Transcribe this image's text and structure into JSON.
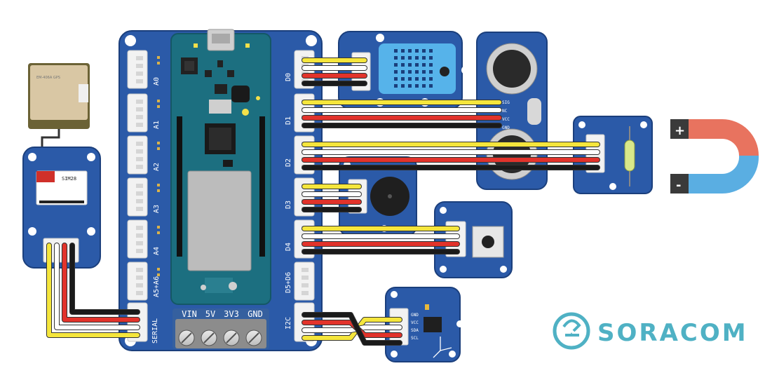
{
  "diagram": {
    "analog_ports": [
      "A0",
      "A1",
      "A2",
      "A3",
      "A4",
      "A5+A6"
    ],
    "digital_ports": [
      "D0",
      "D1",
      "D2",
      "D3",
      "D4",
      "D5+D6"
    ],
    "serial_port": "SERIAL",
    "i2c_port": "I2C",
    "power_terminals": [
      "VIN",
      "5V",
      "3V3",
      "GND"
    ],
    "gps_module_chip": "SIM28",
    "gps_antenna_text": "EM-406A GPS",
    "ultrasonic_pins": [
      "SIG",
      "NC",
      "VCC",
      "GND"
    ],
    "accel_pins": [
      "GND",
      "VCC",
      "SDA",
      "SCL"
    ],
    "magnet_plus": "+",
    "magnet_minus": "-",
    "brand": "SORACOM"
  },
  "colors": {
    "grove_board": "#2b5aa8",
    "arduino": "#1c6f80",
    "wire_yellow": "#f5e63c",
    "wire_white": "#ffffff",
    "wire_red": "#e2332b",
    "wire_black": "#1a1a1a",
    "magnet_red": "#e8735f",
    "magnet_blue": "#5aaee2",
    "brand": "#4fb1c4"
  }
}
